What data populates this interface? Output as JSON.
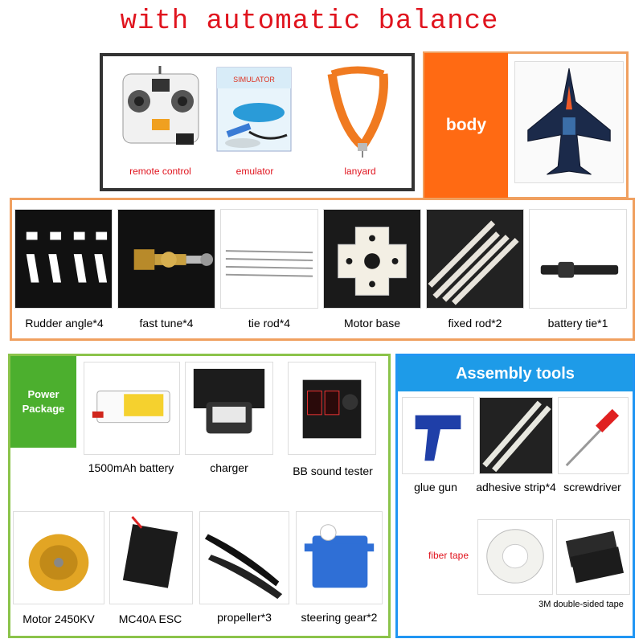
{
  "title": "with automatic balance",
  "top_items": [
    {
      "label": "remote control",
      "icon": "remote-control-icon"
    },
    {
      "label": "emulator",
      "icon": "simulator-box-icon"
    },
    {
      "label": "lanyard",
      "icon": "lanyard-icon"
    }
  ],
  "body": {
    "label": "body",
    "icon": "jet-plane-icon",
    "color": "#ff6a13"
  },
  "parts": [
    {
      "label": "Rudder angle*4",
      "icon": "rudder-horn-icon"
    },
    {
      "label": "fast tune*4",
      "icon": "pushrod-connector-icon"
    },
    {
      "label": "tie rod*4",
      "icon": "tie-rod-icon"
    },
    {
      "label": "Motor base",
      "icon": "motor-base-icon"
    },
    {
      "label": "fixed rod*2",
      "icon": "fixed-rod-icon"
    },
    {
      "label": "battery tie*1",
      "icon": "battery-strap-icon"
    }
  ],
  "power_package": {
    "label": "Power Package",
    "color": "#4caf2e",
    "row1": [
      {
        "label": "1500mAh battery",
        "icon": "lipo-battery-icon"
      },
      {
        "label": "charger",
        "icon": "charger-icon"
      },
      {
        "label": "BB sound tester",
        "icon": "voltage-tester-icon"
      }
    ],
    "row2": [
      {
        "label": "Motor 2450KV",
        "icon": "brushless-motor-icon"
      },
      {
        "label": "MC40A ESC",
        "icon": "esc-icon"
      },
      {
        "label": "propeller*3",
        "icon": "propeller-icon"
      },
      {
        "label": "steering gear*2",
        "icon": "servo-icon"
      }
    ]
  },
  "assembly": {
    "label": "Assembly tools",
    "color": "#1e9be8",
    "row1": [
      {
        "label": "glue gun",
        "icon": "glue-gun-icon"
      },
      {
        "label": "adhesive strip*4",
        "icon": "glue-stick-icon"
      },
      {
        "label": "screwdriver",
        "icon": "screwdriver-icon"
      }
    ],
    "row2": [
      {
        "label": "fiber tape",
        "icon": "fiber-tape-icon"
      },
      {
        "label": "3M double-sided tape",
        "icon": "double-sided-tape-icon"
      }
    ]
  }
}
